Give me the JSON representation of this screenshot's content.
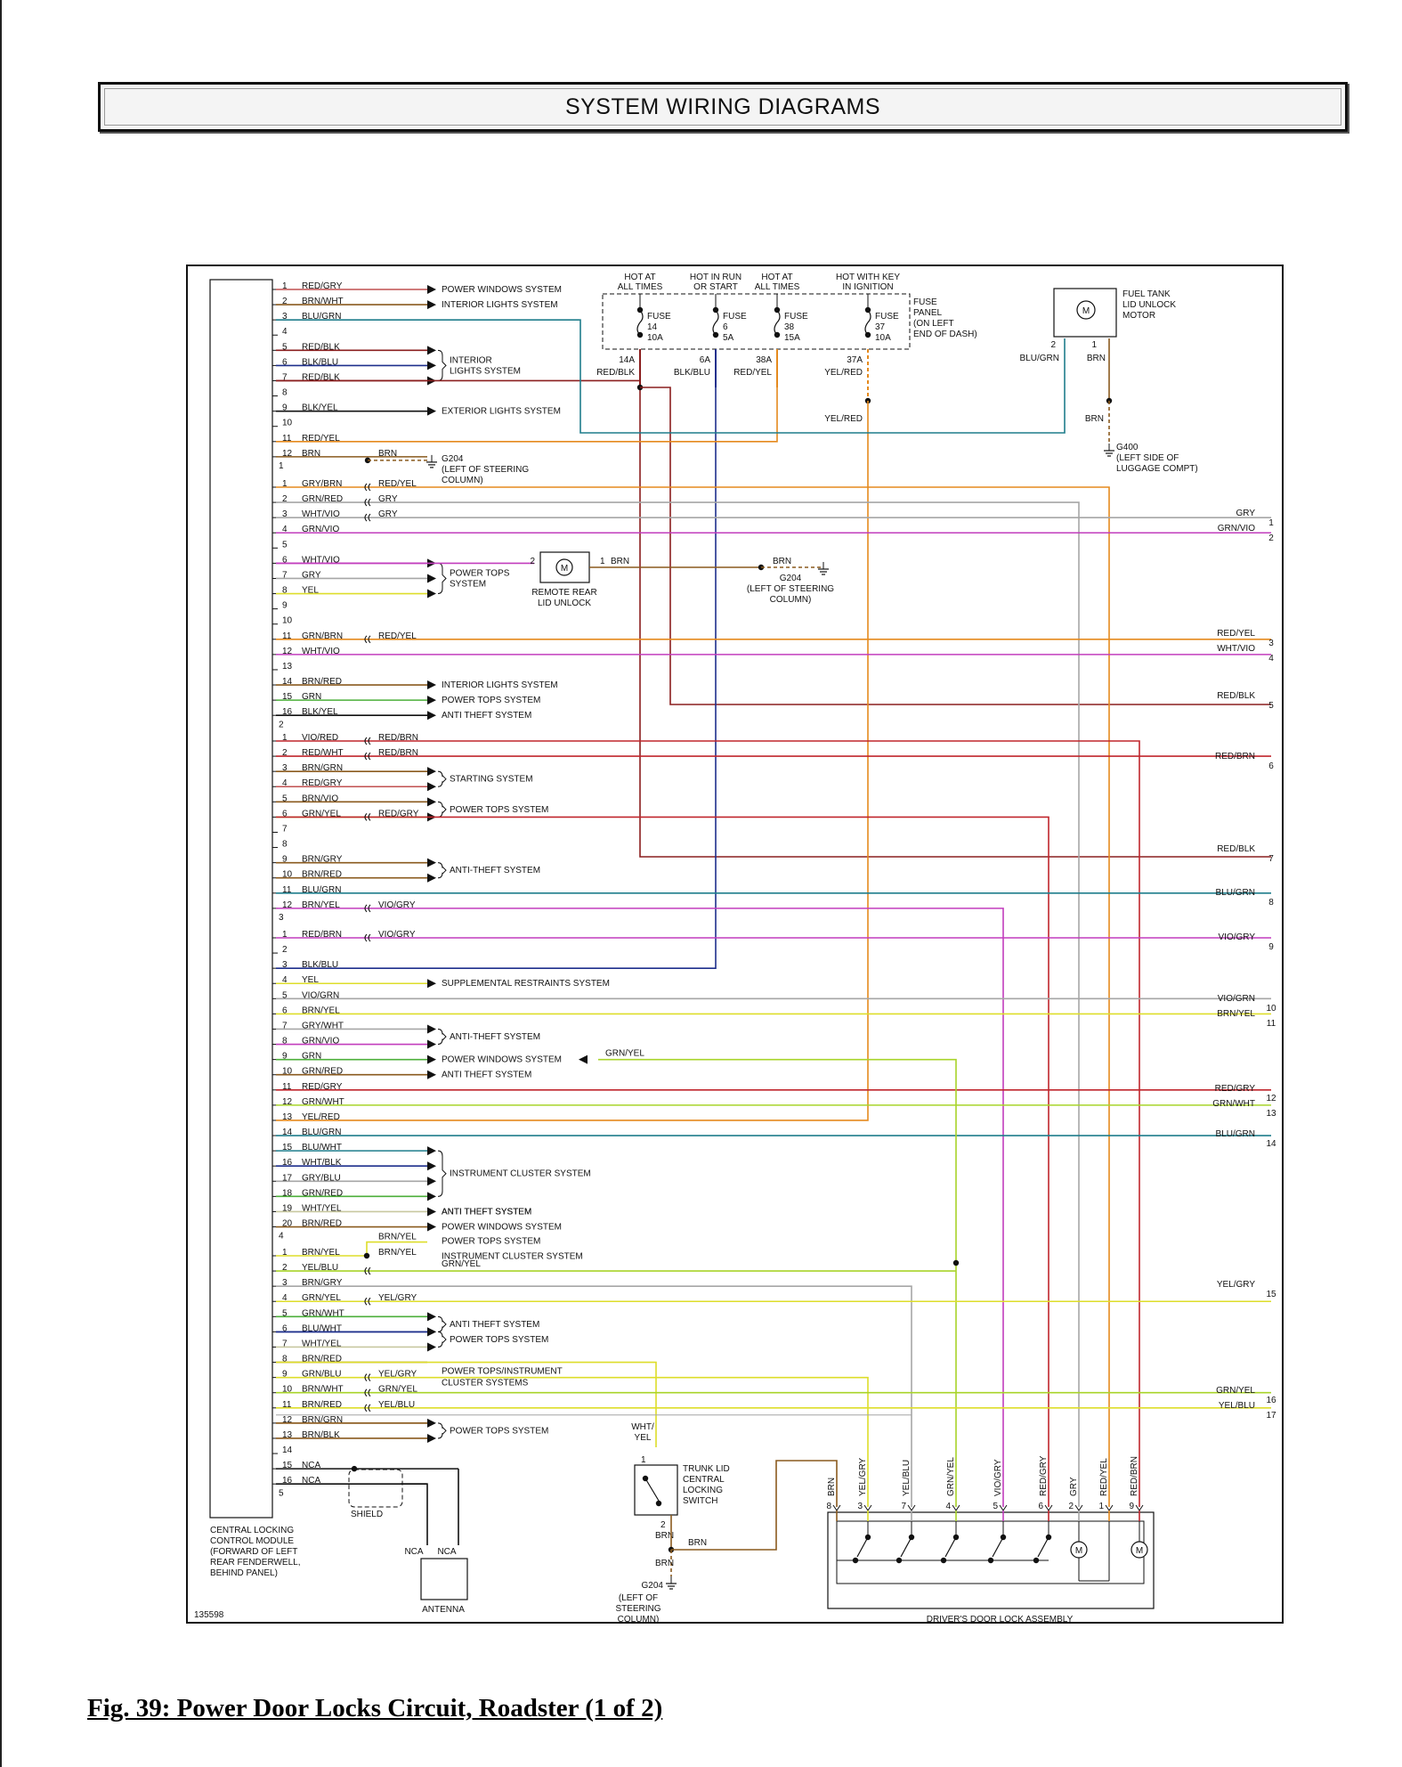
{
  "header": {
    "title": "SYSTEM WIRING DIAGRAMS"
  },
  "caption": "Fig. 39: Power Door Locks Circuit, Roadster (1 of 2)",
  "diagram": {
    "id": "135598",
    "module_label": [
      "CENTRAL LOCKING",
      "CONTROL MODULE",
      "(FORWARD OF LEFT",
      "REAR FENDERWELL,",
      "BEHIND PANEL)"
    ],
    "fuse_panel_label": [
      "FUSE",
      "PANEL",
      "(ON LEFT",
      "END OF DASH)"
    ],
    "fuses": [
      {
        "hot": [
          "HOT AT",
          "ALL TIMES"
        ],
        "fuse": [
          "FUSE",
          "14",
          "10A"
        ],
        "term": "14A",
        "wire": "RED/BLK"
      },
      {
        "hot": [
          "HOT IN RUN",
          "OR START"
        ],
        "fuse": [
          "FUSE",
          "6",
          "5A"
        ],
        "term": "6A",
        "wire": "BLK/BLU"
      },
      {
        "hot": [
          "HOT AT",
          "ALL TIMES"
        ],
        "fuse": [
          "FUSE",
          "38",
          "15A"
        ],
        "term": "38A",
        "wire": "RED/YEL"
      },
      {
        "hot": [
          "HOT WITH KEY",
          "IN IGNITION"
        ],
        "fuse": [
          "FUSE",
          "37",
          "10A"
        ],
        "term": "37A",
        "wire": "YEL/RED"
      }
    ],
    "fuel_motor_label": [
      "FUEL TANK",
      "LID UNLOCK",
      "MOTOR"
    ],
    "g400_label": [
      "G400",
      "(LEFT SIDE OF",
      "LUGGAGE COMPT)"
    ],
    "g204_label": [
      "G204",
      "(LEFT OF STEERING",
      "COLUMN)"
    ],
    "rear_lid_label": [
      "REMOTE REAR",
      "LID UNLOCK"
    ],
    "trunk_label": [
      "TRUNK LID",
      "CENTRAL",
      "LOCKING",
      "SWITCH"
    ],
    "door_lock_label": "DRIVER'S DOOR LOCK ASSEMBLY",
    "antenna_label": "ANTENNA",
    "shield_label": "SHIELD",
    "connectors": [
      {
        "pins": [
          [
            "1",
            "RED/GRY"
          ],
          [
            "2",
            "BRN/WHT"
          ],
          [
            "3",
            "BLU/GRN"
          ],
          [
            "4",
            ""
          ],
          [
            "5",
            "RED/BLK"
          ],
          [
            "6",
            "BLK/BLU"
          ],
          [
            "7",
            "RED/BLK"
          ],
          [
            "8",
            ""
          ],
          [
            "9",
            "BLK/YEL"
          ],
          [
            "10",
            ""
          ],
          [
            "11",
            "RED/YEL"
          ],
          [
            "12",
            "BRN"
          ]
        ],
        "tag": "1"
      },
      {
        "pins": [
          [
            "1",
            "GRY/BRN"
          ],
          [
            "2",
            "GRN/RED"
          ],
          [
            "3",
            "WHT/VIO"
          ],
          [
            "4",
            "GRN/VIO"
          ],
          [
            "5",
            ""
          ],
          [
            "6",
            "WHT/VIO"
          ],
          [
            "7",
            "GRY"
          ],
          [
            "8",
            "YEL"
          ],
          [
            "9",
            ""
          ],
          [
            "10",
            ""
          ],
          [
            "11",
            "GRN/BRN"
          ],
          [
            "12",
            "WHT/VIO"
          ],
          [
            "13",
            ""
          ],
          [
            "14",
            "BRN/RED"
          ],
          [
            "15",
            "GRN"
          ],
          [
            "16",
            "BLK/YEL"
          ]
        ],
        "tag": "2"
      },
      {
        "pins": [
          [
            "1",
            "VIO/RED"
          ],
          [
            "2",
            "RED/WHT"
          ],
          [
            "3",
            "BRN/GRN"
          ],
          [
            "4",
            "RED/GRY"
          ],
          [
            "5",
            "BRN/VIO"
          ],
          [
            "6",
            "GRN/YEL"
          ],
          [
            "7",
            ""
          ],
          [
            "8",
            ""
          ],
          [
            "9",
            "BRN/GRY"
          ],
          [
            "10",
            "BRN/RED"
          ],
          [
            "11",
            "BLU/GRN"
          ],
          [
            "12",
            "BRN/YEL"
          ]
        ],
        "tag": "3"
      },
      {
        "pins": [
          [
            "1",
            "RED/BRN"
          ],
          [
            "2",
            ""
          ],
          [
            "3",
            "BLK/BLU"
          ],
          [
            "4",
            "YEL"
          ],
          [
            "5",
            "VIO/GRN"
          ],
          [
            "6",
            "BRN/YEL"
          ],
          [
            "7",
            "GRY/WHT"
          ],
          [
            "8",
            "GRN/VIO"
          ],
          [
            "9",
            "GRN"
          ],
          [
            "10",
            "GRN/RED"
          ],
          [
            "11",
            "RED/GRY"
          ],
          [
            "12",
            "GRN/WHT"
          ],
          [
            "13",
            "YEL/RED"
          ],
          [
            "14",
            "BLU/GRN"
          ],
          [
            "15",
            "BLU/WHT"
          ],
          [
            "16",
            "WHT/BLK"
          ],
          [
            "17",
            "GRY/BLU"
          ],
          [
            "18",
            "GRN/RED"
          ],
          [
            "19",
            "WHT/YEL"
          ],
          [
            "20",
            "BRN/RED"
          ]
        ],
        "tag": "4"
      },
      {
        "pins": [
          [
            "1",
            "BRN/YEL"
          ],
          [
            "2",
            "YEL/BLU"
          ],
          [
            "3",
            "BRN/GRY"
          ],
          [
            "4",
            "GRN/YEL"
          ],
          [
            "5",
            "GRN/WHT"
          ],
          [
            "6",
            "BLU/WHT"
          ],
          [
            "7",
            "WHT/YEL"
          ],
          [
            "8",
            "BRN/RED"
          ],
          [
            "9",
            "GRN/BLU"
          ],
          [
            "10",
            "BRN/WHT"
          ],
          [
            "11",
            "BRN/RED"
          ],
          [
            "12",
            "BRN/GRN"
          ],
          [
            "13",
            "BRN/BLK"
          ],
          [
            "14",
            ""
          ],
          [
            "15",
            "NCA"
          ],
          [
            "16",
            "NCA"
          ]
        ],
        "tag": "5"
      }
    ],
    "systems": {
      "power_windows": "POWER WINDOWS SYSTEM",
      "interior_lights": "INTERIOR LIGHTS SYSTEM",
      "interior_lights_2": [
        "INTERIOR",
        "LIGHTS SYSTEM"
      ],
      "exterior_lights": "EXTERIOR LIGHTS SYSTEM",
      "power_tops": "POWER TOPS SYSTEM",
      "power_tops_2": [
        "POWER TOPS",
        "SYSTEM"
      ],
      "anti_theft": "ANTI-THEFT SYSTEM",
      "anti_theft_b": "ANTI THEFT SYSTEM",
      "starting": "STARTING SYSTEM",
      "srs": "SUPPLEMENTAL RESTRAINTS SYSTEM",
      "instrument_cluster": "INSTRUMENT CLUSTER SYSTEM",
      "instrument_cluster_b": "INSTRUMENT CLUSTER SYSTEM",
      "power_tops_instr": [
        "POWER TOPS/INSTRUMENT",
        "CLUSTER SYSTEMS"
      ]
    },
    "right_exits": [
      [
        "GRY",
        "1"
      ],
      [
        "GRN/VIO",
        "2"
      ],
      [
        "RED/YEL",
        "3"
      ],
      [
        "WHT/VIO",
        "4"
      ],
      [
        "RED/BLK",
        "5"
      ],
      [
        "RED/BRN",
        "6"
      ],
      [
        "RED/BLK",
        "7"
      ],
      [
        "BLU/GRN",
        "8"
      ],
      [
        "VIO/GRY",
        "9"
      ],
      [
        "VIO/GRN",
        "10"
      ],
      [
        "BRN/YEL",
        "11"
      ],
      [
        "RED/GRY",
        "12"
      ],
      [
        "GRN/WHT",
        "13"
      ],
      [
        "BLU/GRN",
        "14"
      ],
      [
        "YEL/GRY",
        "15"
      ],
      [
        "GRN/YEL",
        "16"
      ],
      [
        "YEL/BLU",
        "17"
      ]
    ],
    "door_pins": [
      [
        "8",
        "BRN"
      ],
      [
        "3",
        "YEL/GRY"
      ],
      [
        "7",
        "YEL/BLU"
      ],
      [
        "4",
        "GRN/YEL"
      ],
      [
        "5",
        "VIO/GRY"
      ],
      [
        "6",
        "RED/GRY"
      ],
      [
        "2",
        "GRY"
      ],
      [
        "1",
        "RED/YEL"
      ],
      [
        "9",
        "RED/BRN"
      ]
    ],
    "misc": {
      "brn": "BRN",
      "blu_grn": "BLU/GRN",
      "yel_red": "YEL/RED",
      "red_yel": "RED/YEL",
      "gry": "GRY",
      "red_brn": "RED/BRN",
      "red_gry": "RED/GRY",
      "vio_gry": "VIO/GRY",
      "grn_yel": "GRN/YEL",
      "brn_yel": "BRN/YEL",
      "yel_gry": "YEL/GRY",
      "yel_blu": "YEL/BLU",
      "wht_yel": [
        "WHT/",
        "YEL"
      ],
      "nca": "NCA",
      "pin1": "1",
      "pin2": "2"
    },
    "colors": {
      "red": "#c0262d",
      "brown": "#8a5a1e",
      "blue_green": "#1f7d8c",
      "orange": "#e58a1e",
      "gray": "#a6a6a6",
      "violet": "#c23dbd",
      "green": "#4caf3a",
      "yellow": "#dede2a",
      "dark_blue": "#1e2f8c",
      "yel_green": "#a8d42a",
      "dark_red": "#8a1e1e",
      "black": "#111111"
    }
  }
}
